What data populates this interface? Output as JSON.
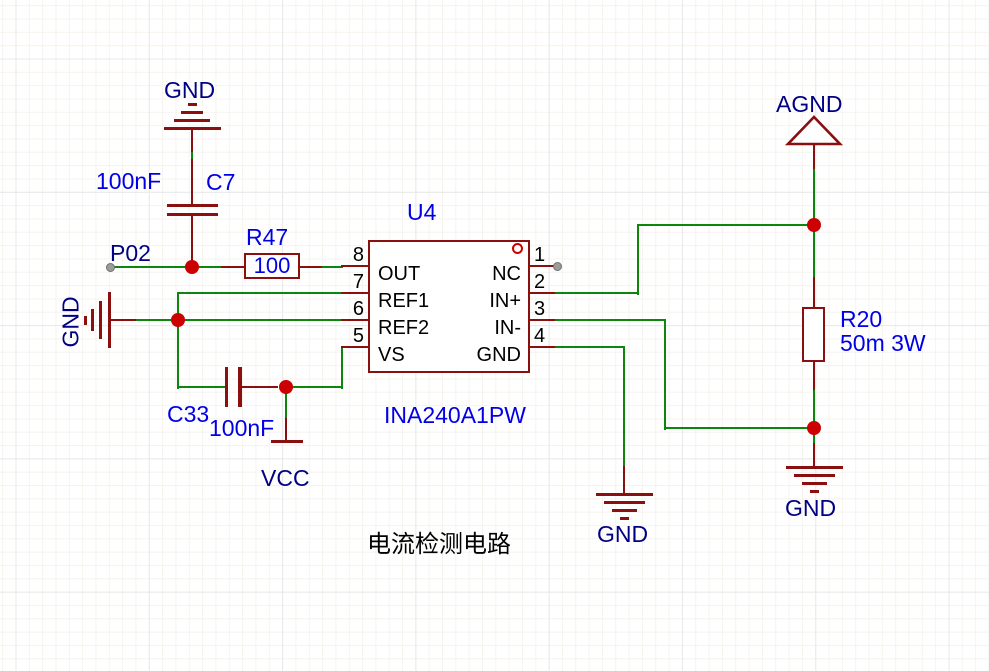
{
  "title": "电流检测电路",
  "nets": {
    "gnd": "GND",
    "vcc": "VCC",
    "agnd": "AGND",
    "p02": "P02"
  },
  "ic": {
    "designator": "U4",
    "part": "INA240A1PW",
    "left_pins": [
      {
        "num": "8",
        "name": "OUT"
      },
      {
        "num": "7",
        "name": "REF1"
      },
      {
        "num": "6",
        "name": "REF2"
      },
      {
        "num": "5",
        "name": "VS"
      }
    ],
    "right_pins": [
      {
        "num": "1",
        "name": "NC"
      },
      {
        "num": "2",
        "name": "IN+"
      },
      {
        "num": "3",
        "name": "IN-"
      },
      {
        "num": "4",
        "name": "GND"
      }
    ]
  },
  "components": {
    "c7": {
      "designator": "C7",
      "value": "100nF"
    },
    "r47": {
      "designator": "R47",
      "value": "100"
    },
    "c33": {
      "designator": "C33",
      "value": "100nF"
    },
    "r20": {
      "designator": "R20",
      "value": "50m 3W"
    }
  },
  "colors": {
    "wire_green": "#0c860c",
    "component_dark_red": "#8a0f0f",
    "junction_red": "#cc0000",
    "designator_blue": "#0000e6",
    "net_navy": "#000084",
    "pin_text_black": "#000000",
    "terminal_fill_gray": "#9c9c9c",
    "terminal_line_gray": "#6f6f6f"
  }
}
